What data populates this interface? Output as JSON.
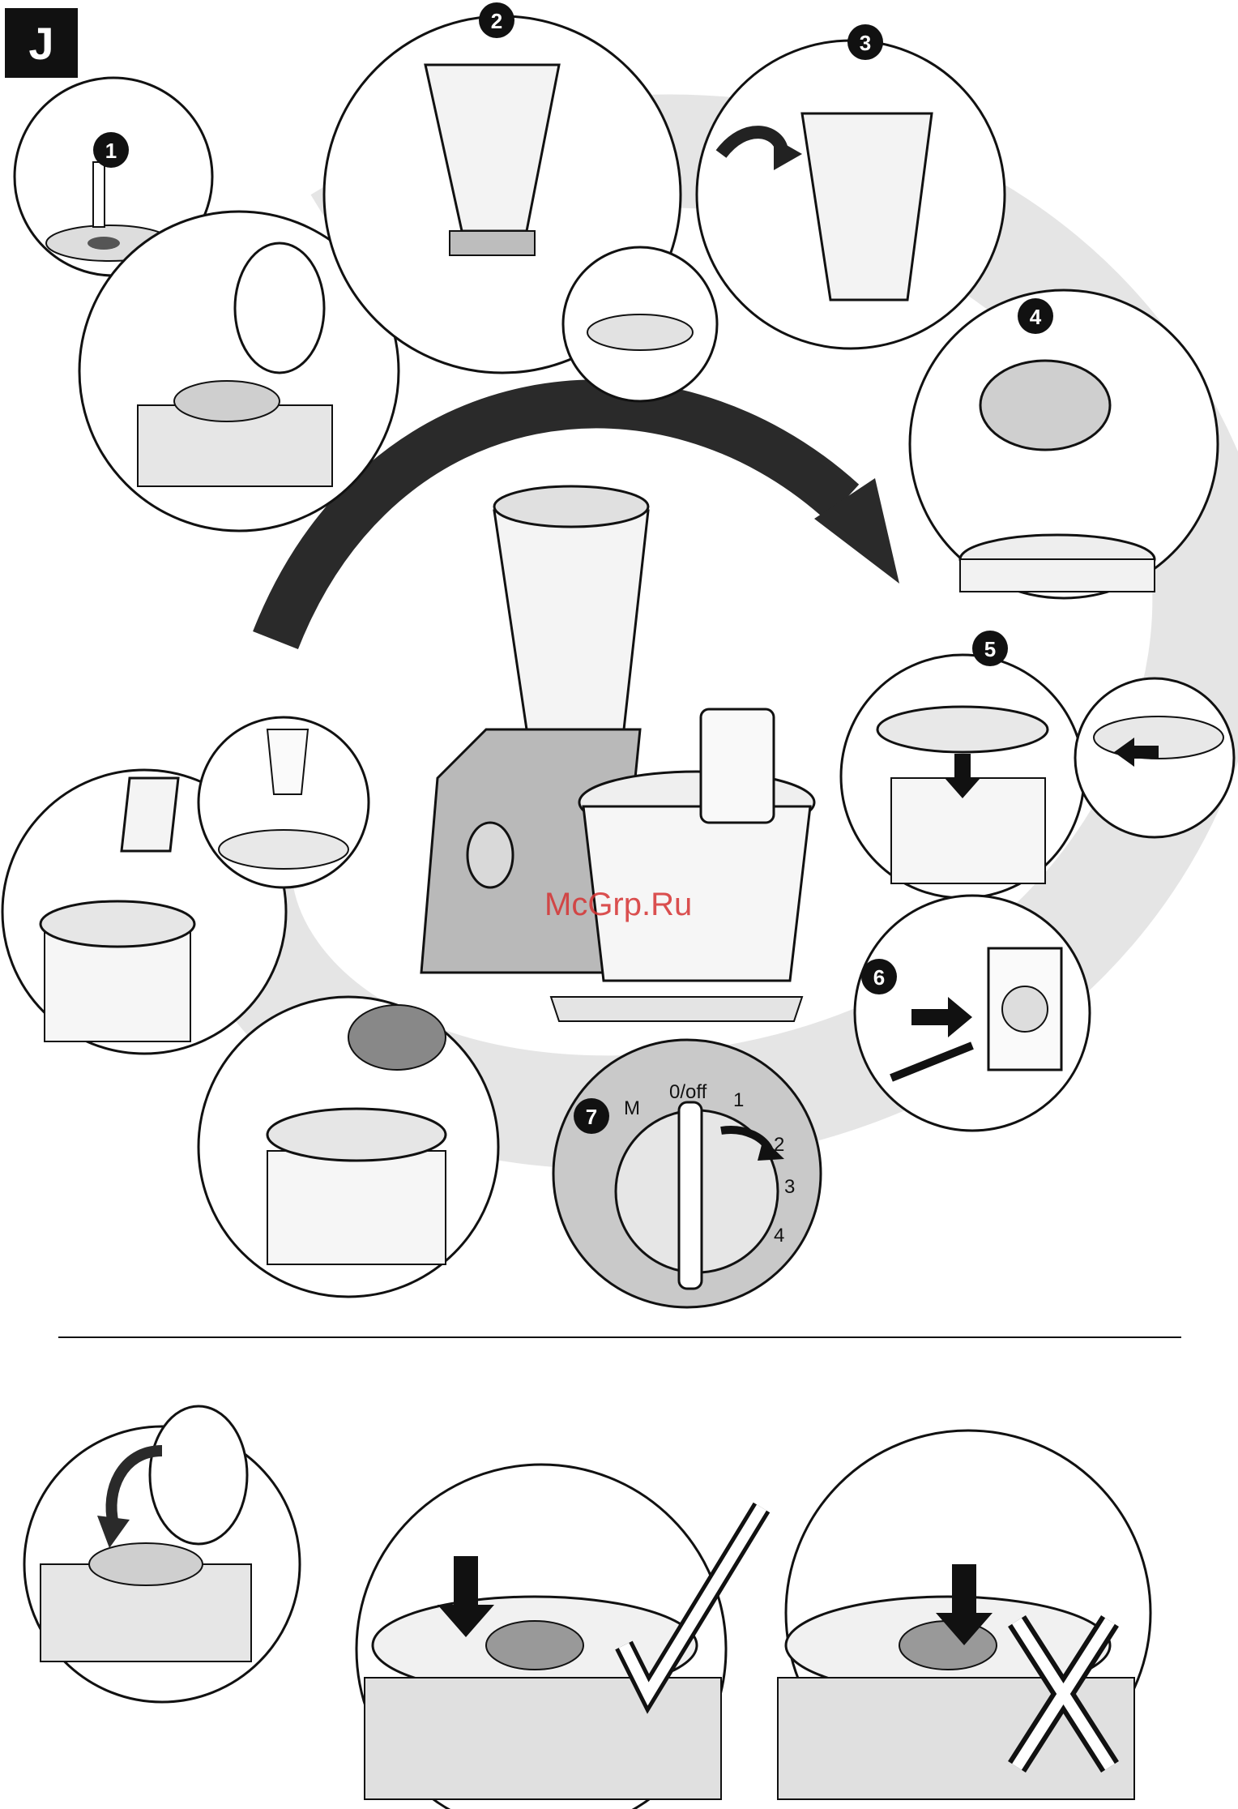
{
  "page": {
    "section_letter": "J",
    "watermark": "McGrp.Ru"
  },
  "steps": [
    {
      "number": "1",
      "icon": "press-center-icon"
    },
    {
      "number": "2",
      "icon": "blender-jug-mount-icon"
    },
    {
      "number": "3",
      "icon": "rotate-jug-icon"
    },
    {
      "number": "4",
      "icon": "pour-ingredients-icon"
    },
    {
      "number": "5",
      "icon": "lid-close-icon"
    },
    {
      "number": "6",
      "icon": "plug-in-icon"
    },
    {
      "number": "7",
      "icon": "speed-dial-icon"
    }
  ],
  "dial": {
    "labels": [
      "M",
      "0/off",
      "1",
      "2",
      "3",
      "4"
    ]
  },
  "bottom_row": {
    "panels": [
      "close-drive-cover-icon",
      "correct-press-check-icon",
      "wrong-press-cross-icon"
    ]
  },
  "colors": {
    "ink": "#111111",
    "shade": "#d7d7d7",
    "watermark": "#d63232"
  }
}
